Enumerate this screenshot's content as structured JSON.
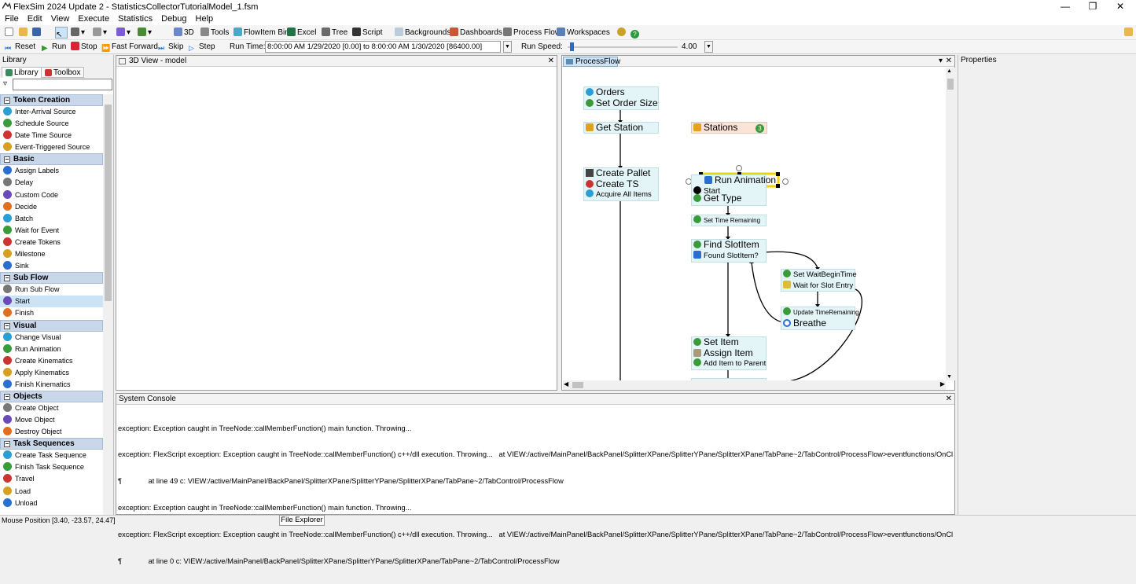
{
  "app": {
    "title": "FlexSim 2024 Update 2 - StatisticsCollectorTutorialModel_1.fsm"
  },
  "menu": [
    "File",
    "Edit",
    "View",
    "Execute",
    "Statistics",
    "Debug",
    "Help"
  ],
  "toolbar": {
    "items": [
      "3D",
      "Tools",
      "FlowItem Bin",
      "Excel",
      "Tree",
      "Script",
      "Backgrounds",
      "Dashboards",
      "Process Flow",
      "Workspaces"
    ]
  },
  "runbar": {
    "reset": "Reset",
    "run": "Run",
    "stop": "Stop",
    "fastforward": "Fast Forward",
    "skip": "Skip",
    "step": "Step",
    "runtime_label": "Run Time:",
    "runtime_value": "8:00:00 AM  1/29/2020  [0.00]   to   8:00:00 AM  1/30/2020  [86400.00]",
    "runspeed_label": "Run Speed:",
    "runspeed_value": "4.00",
    "runspeed_position": 0.02
  },
  "library": {
    "header": "Library",
    "tabs": [
      "Library",
      "Toolbox"
    ],
    "categories": [
      {
        "name": "Token Creation",
        "items": [
          "Inter-Arrival Source",
          "Schedule Source",
          "Date Time Source",
          "Event-Triggered Source"
        ]
      },
      {
        "name": "Basic",
        "items": [
          "Assign Labels",
          "Delay",
          "Custom Code",
          "Decide",
          "Batch",
          "Wait for Event",
          "Create Tokens",
          "Milestone",
          "Sink"
        ]
      },
      {
        "name": "Sub Flow",
        "items": [
          "Run Sub Flow",
          "Start",
          "Finish"
        ]
      },
      {
        "name": "Visual",
        "items": [
          "Change Visual",
          "Run Animation",
          "Create Kinematics",
          "Apply Kinematics",
          "Finish Kinematics"
        ]
      },
      {
        "name": "Objects",
        "items": [
          "Create Object",
          "Move Object",
          "Destroy Object"
        ]
      },
      {
        "name": "Task Sequences",
        "items": [
          "Create Task Sequence",
          "Finish Task Sequence",
          "Travel",
          "Load",
          "Unload"
        ]
      }
    ],
    "selected_item": "Start"
  },
  "panes": {
    "view3d": "3D View - model",
    "processflow": "ProcessFlow",
    "properties": "Properties",
    "console": "System Console"
  },
  "processflow": {
    "orders": "Orders",
    "set_order_size": "Set Order Size",
    "get_station": "Get Station",
    "stations": "Stations",
    "stations_count": "3",
    "create_pallet": "Create Pallet",
    "create_ts": "Create TS",
    "acquire_all": "Acquire All Items",
    "run_animation": "Run Animation",
    "start": "Start",
    "get_type": "Get Type",
    "set_time_remaining": "Set Time Remaining",
    "find_slotitem": "Find SlotItem",
    "found_slotitem": "Found SlotItem?",
    "set_waitbegin": "Set WaitBeginTime",
    "wait_slot": "Wait for Slot Entry",
    "update_time": "Update TimeRemaining",
    "breathe": "Breathe",
    "set_item": "Set Item",
    "assign_item": "Assign Item",
    "add_item": "Add Item to Parent"
  },
  "console": {
    "lines": [
      "exception: Exception caught in TreeNode::callMemberFunction() main function. Throwing...",
      "exception: FlexScript exception: Exception caught in TreeNode::callMemberFunction() c++/dll execution. Throwing...   at VIEW:/active/MainPanel/BackPanel/SplitterXPane/SplitterYPane/SplitterXPane/TabPane~2/TabControl/ProcessFlow>eventfunctions/OnClick",
      "¶             at line 49 c: VIEW:/active/MainPanel/BackPanel/SplitterXPane/SplitterYPane/SplitterXPane/TabPane~2/TabControl/ProcessFlow",
      "exception: Exception caught in TreeNode::callMemberFunction() main function. Throwing...",
      "exception: FlexScript exception: Exception caught in TreeNode::callMemberFunction() c++/dll execution. Throwing...   at VIEW:/active/MainPanel/BackPanel/SplitterXPane/SplitterYPane/SplitterXPane/TabPane~2/TabControl/ProcessFlow>eventfunctions/OnClick",
      "¶             at line 0 c: VIEW:/active/MainPanel/BackPanel/SplitterXPane/SplitterYPane/SplitterXPane/TabPane~2/TabControl/ProcessFlow"
    ]
  },
  "statusbar": {
    "mouse": "Mouse Position [3.40, -23.57, 24.47]",
    "file_explorer": "File Explorer"
  },
  "colors": {
    "accent": "#1e6fd0",
    "category": "#c9d7ea",
    "block": "#e4f5f8",
    "resource": "#fbe3d8",
    "selection": "#f5d200"
  }
}
